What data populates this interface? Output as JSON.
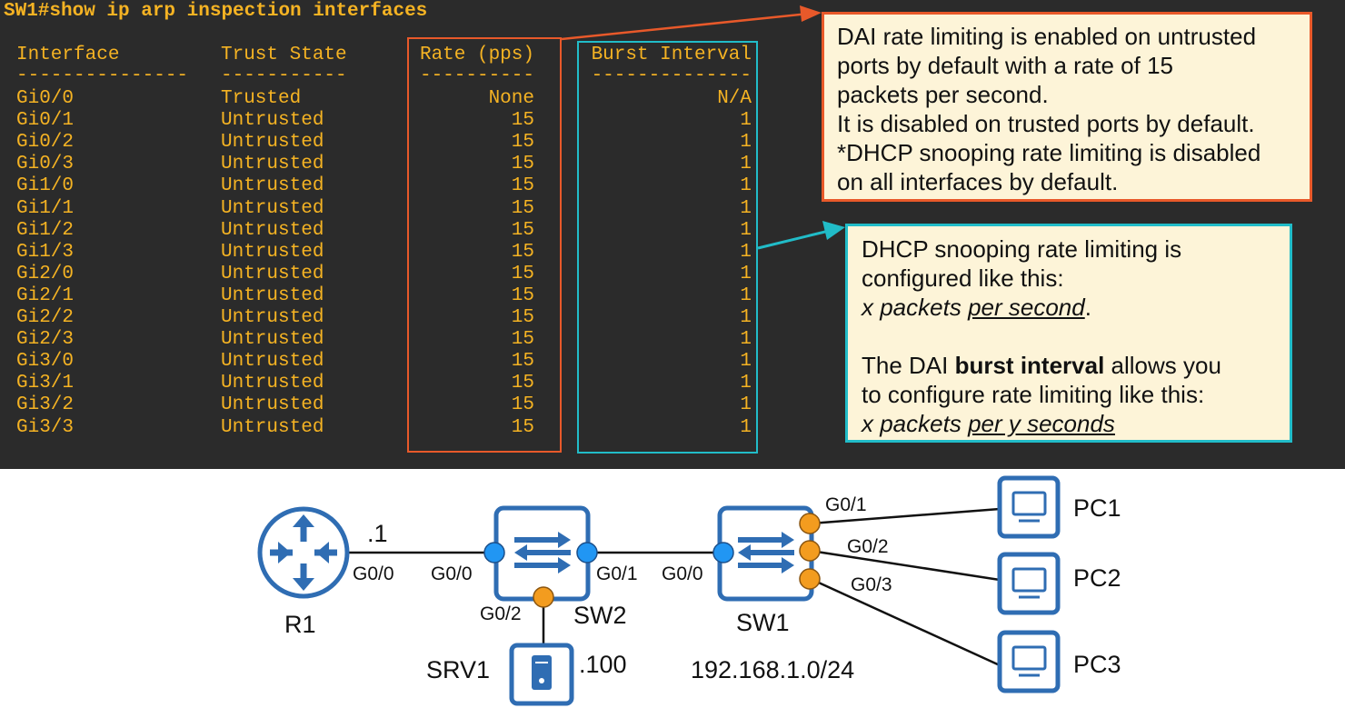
{
  "terminal": {
    "command": "SW1#show ip arp inspection interfaces",
    "headers": {
      "interface": "Interface",
      "trust": "Trust State",
      "rate": "Rate (pps)",
      "burst": "Burst Interval"
    },
    "dashes": {
      "interface": "---------------",
      "trust": "-----------",
      "rate": "----------",
      "burst": "--------------"
    },
    "rows": [
      {
        "interface": "Gi0/0",
        "trust": "Trusted",
        "rate": "None",
        "burst": "N/A"
      },
      {
        "interface": "Gi0/1",
        "trust": "Untrusted",
        "rate": "15",
        "burst": "1"
      },
      {
        "interface": "Gi0/2",
        "trust": "Untrusted",
        "rate": "15",
        "burst": "1"
      },
      {
        "interface": "Gi0/3",
        "trust": "Untrusted",
        "rate": "15",
        "burst": "1"
      },
      {
        "interface": "Gi1/0",
        "trust": "Untrusted",
        "rate": "15",
        "burst": "1"
      },
      {
        "interface": "Gi1/1",
        "trust": "Untrusted",
        "rate": "15",
        "burst": "1"
      },
      {
        "interface": "Gi1/2",
        "trust": "Untrusted",
        "rate": "15",
        "burst": "1"
      },
      {
        "interface": "Gi1/3",
        "trust": "Untrusted",
        "rate": "15",
        "burst": "1"
      },
      {
        "interface": "Gi2/0",
        "trust": "Untrusted",
        "rate": "15",
        "burst": "1"
      },
      {
        "interface": "Gi2/1",
        "trust": "Untrusted",
        "rate": "15",
        "burst": "1"
      },
      {
        "interface": "Gi2/2",
        "trust": "Untrusted",
        "rate": "15",
        "burst": "1"
      },
      {
        "interface": "Gi2/3",
        "trust": "Untrusted",
        "rate": "15",
        "burst": "1"
      },
      {
        "interface": "Gi3/0",
        "trust": "Untrusted",
        "rate": "15",
        "burst": "1"
      },
      {
        "interface": "Gi3/1",
        "trust": "Untrusted",
        "rate": "15",
        "burst": "1"
      },
      {
        "interface": "Gi3/2",
        "trust": "Untrusted",
        "rate": "15",
        "burst": "1"
      },
      {
        "interface": "Gi3/3",
        "trust": "Untrusted",
        "rate": "15",
        "burst": "1"
      }
    ]
  },
  "callout_dai": {
    "line1": "DAI rate limiting is enabled on untrusted",
    "line2": "ports by default with a rate of 15",
    "line3": "packets per second.",
    "line4": "It is disabled on trusted ports by default.",
    "line5": "*DHCP snooping rate limiting is disabled",
    "line6": "on all interfaces by default."
  },
  "callout_dhcp": {
    "line1": "DHCP snooping rate limiting is",
    "line2": "configured like this:",
    "line3_a": "x packets ",
    "line3_b": "per second",
    "line3_c": ".",
    "line4_a": "The DAI ",
    "line4_b": "burst interval",
    "line4_c": " allows you",
    "line5": "to configure rate limiting like this:",
    "line6_a": "x packets ",
    "line6_b": "per y seconds"
  },
  "diagram": {
    "r1": {
      "name": "R1",
      "ip": ".1",
      "port": "G0/0"
    },
    "sw2": {
      "name": "SW2",
      "port_left": "G0/0",
      "port_right": "G0/1",
      "port_down": "G0/2"
    },
    "sw1": {
      "name": "SW1",
      "port_left": "G0/0",
      "port_1": "G0/1",
      "port_2": "G0/2",
      "port_3": "G0/3",
      "subnet": "192.168.1.0/24"
    },
    "srv1": {
      "name": "SRV1",
      "ip": ".100"
    },
    "pcs": [
      {
        "name": "PC1"
      },
      {
        "name": "PC2"
      },
      {
        "name": "PC3"
      }
    ],
    "colors": {
      "device": "#2f6db3",
      "trusted_port": "#2196f3",
      "untrusted_port": "#f39c1f",
      "terminal_text": "#f5b323",
      "rate_box": "#e8592a",
      "burst_box": "#21bcc8"
    }
  }
}
